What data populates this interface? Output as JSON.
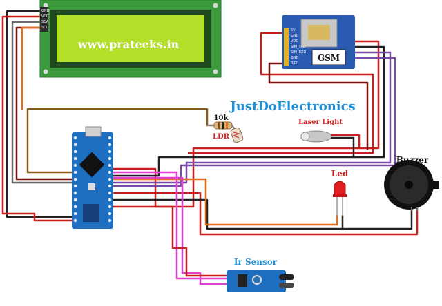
{
  "lcd": {
    "text": "www.prateeks.in",
    "pins": [
      "GND",
      "VCC",
      "SDA",
      "SCL"
    ]
  },
  "gsm": {
    "label": "GSM",
    "pins": [
      "5V",
      "GND",
      "VDD",
      "SIM_TXD",
      "SIM_RXD",
      "GND",
      "RST"
    ]
  },
  "brand": "JustDoElectronics",
  "resistor": {
    "label": "10k"
  },
  "ldr": {
    "label": "LDR"
  },
  "laser": {
    "label": "Laser Light"
  },
  "led": {
    "label": "Led"
  },
  "buzzer": {
    "label": "Buzzer"
  },
  "ir_sensor": {
    "label": "Ir Sensor"
  },
  "colors": {
    "lcd_board": "#3a9a3c",
    "lcd_screen": "#b5e02a",
    "gsm_board": "#2a5bb0",
    "nano_board": "#1e6fc0",
    "brand_text": "#1f8fd6",
    "red_label": "#d42020",
    "wire_red": "#c81e1e",
    "wire_black": "#222222",
    "wire_brown": "#8a5a1a",
    "wire_orange": "#e07020",
    "wire_purple": "#7a4aa8",
    "wire_magenta": "#e040d0",
    "wire_darkred": "#7a1010"
  }
}
